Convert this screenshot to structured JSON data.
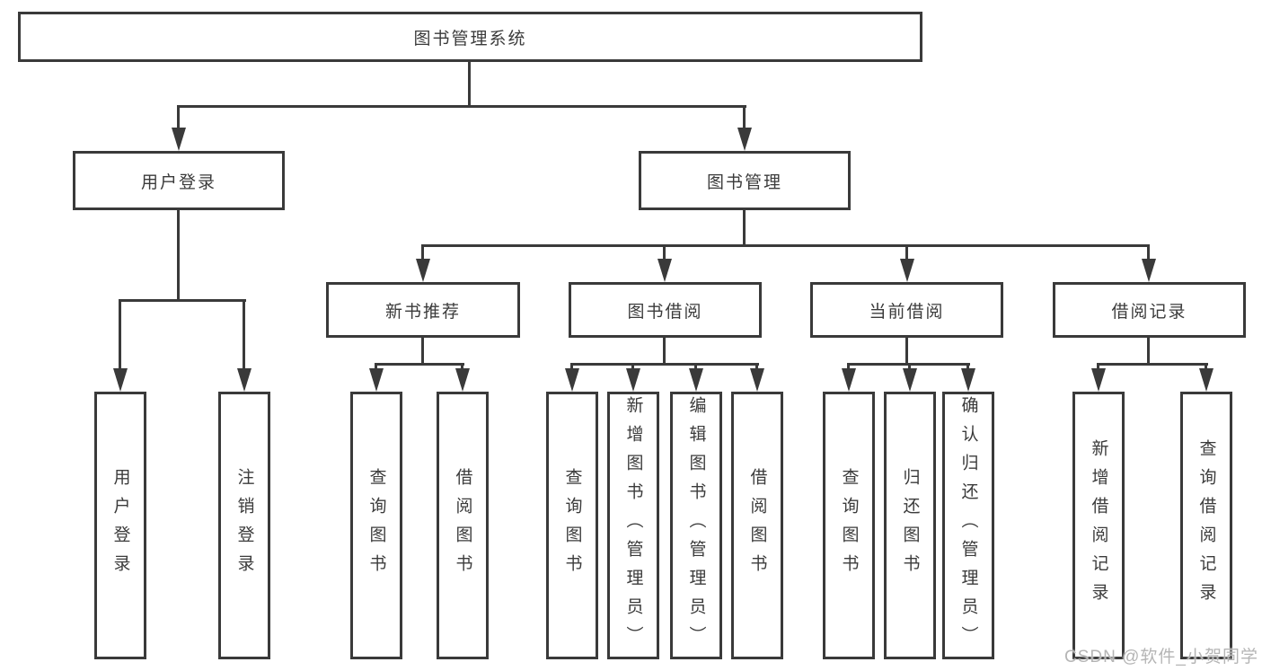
{
  "diagram": {
    "root": {
      "label": "图书管理系统"
    },
    "level2": [
      {
        "label": "用户登录"
      },
      {
        "label": "图书管理"
      }
    ],
    "level3": [
      {
        "label": "新书推荐",
        "parent": "图书管理"
      },
      {
        "label": "图书借阅",
        "parent": "图书管理"
      },
      {
        "label": "当前借阅",
        "parent": "图书管理"
      },
      {
        "label": "借阅记录",
        "parent": "图书管理"
      }
    ],
    "leaves": [
      {
        "label": "用户登录",
        "parent": "用户登录"
      },
      {
        "label": "注销登录",
        "parent": "用户登录"
      },
      {
        "label": "查询图书",
        "parent": "新书推荐"
      },
      {
        "label": "借阅图书",
        "parent": "新书推荐"
      },
      {
        "label": "查询图书",
        "parent": "图书借阅"
      },
      {
        "label": "新增图书（管理员）",
        "parent": "图书借阅"
      },
      {
        "label": "编辑图书（管理员）",
        "parent": "图书借阅"
      },
      {
        "label": "借阅图书",
        "parent": "图书借阅"
      },
      {
        "label": "查询图书",
        "parent": "当前借阅"
      },
      {
        "label": "归还图书",
        "parent": "当前借阅"
      },
      {
        "label": "确认归还（管理员）",
        "parent": "当前借阅"
      },
      {
        "label": "新增借阅记录",
        "parent": "借阅记录"
      },
      {
        "label": "查询借阅记录",
        "parent": "借阅记录"
      }
    ]
  },
  "watermark": {
    "text": "CSDN @软件_小贺同学"
  },
  "colors": {
    "line": "#3a3a3a",
    "text": "#3b3b3b",
    "watermark": "#b5b5b5",
    "background": "#ffffff"
  }
}
